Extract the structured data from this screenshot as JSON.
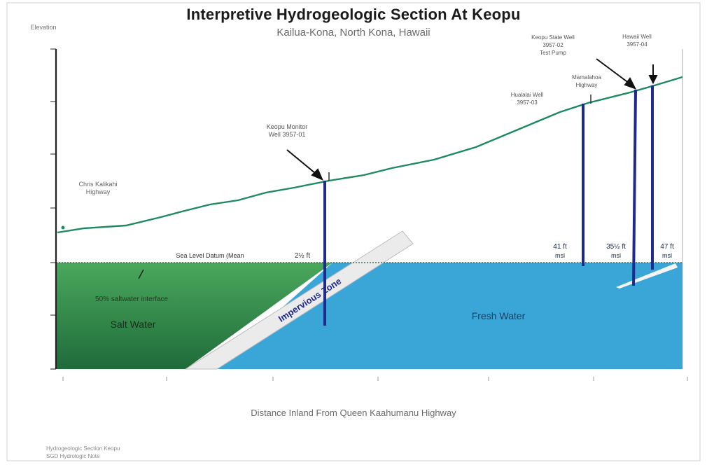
{
  "title": "Interpretive Hydrogeologic Section At Keopu",
  "subtitle": "Kailua-Kona, North Kona, Hawaii",
  "xaxis_label": "Distance Inland From Queen Kaahumanu Highway",
  "yaxis_label": "Elevation",
  "zones": {
    "salt_water": "Salt Water",
    "fresh_water": "Fresh Water",
    "impervious": "Impervious Zone"
  },
  "annotations": {
    "sea_level": "Sea Level Datum (Mean",
    "interface": "50% saltwater interface",
    "keopu_depth": "2½ ft"
  },
  "wells": {
    "keopu_monitor": [
      "Keopu Monitor",
      "Well 3957-01"
    ],
    "fig_label_left": [
      "Chris Kalikahi",
      "Highway"
    ],
    "hualalai_top": [
      "Keopu State Well",
      "3957-02",
      "Test Pump"
    ],
    "hualalai_mid": [
      "Hualalai Well",
      "3957-03"
    ],
    "mamalahoa": [
      "Mamalahoa",
      "Highway"
    ],
    "right_top": [
      "Hawaii Well",
      "3957-04"
    ],
    "depth_1": [
      "41 ft",
      "msl"
    ],
    "depth_2": [
      "35½ ft",
      "msl"
    ],
    "depth_3": [
      "47 ft",
      "msl"
    ]
  },
  "footer": [
    "Hydrogeologic Section Keopu",
    "SGD Hydrologic Note"
  ],
  "colors": {
    "salt": "#2f8a4a",
    "salt_light": "#5db36a",
    "fresh": "#3aa6d8",
    "ground": "#1d8a60",
    "well": "#1e2a8c",
    "impervious": "#eaeaea"
  }
}
